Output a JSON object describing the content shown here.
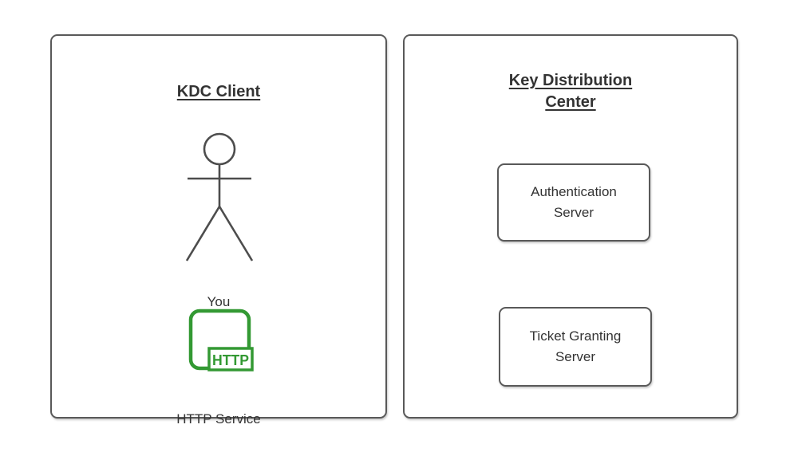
{
  "client_panel": {
    "title": "KDC Client",
    "actor_label": "You",
    "http_icon_badge": "HTTP",
    "service_label": "HTTP Service"
  },
  "kdc_panel": {
    "title": "Key Distribution Center",
    "nodes": [
      {
        "label": "Authentication Server"
      },
      {
        "label": "Ticket Granting Server"
      }
    ]
  },
  "icons": {
    "actor": "stick-figure",
    "http_service": "rounded-square-with-http-badge"
  },
  "colors": {
    "border": "#595959",
    "text": "#333333",
    "accent_green": "#339933",
    "background": "#ffffff",
    "actor_stroke": "#4d4d4d"
  }
}
